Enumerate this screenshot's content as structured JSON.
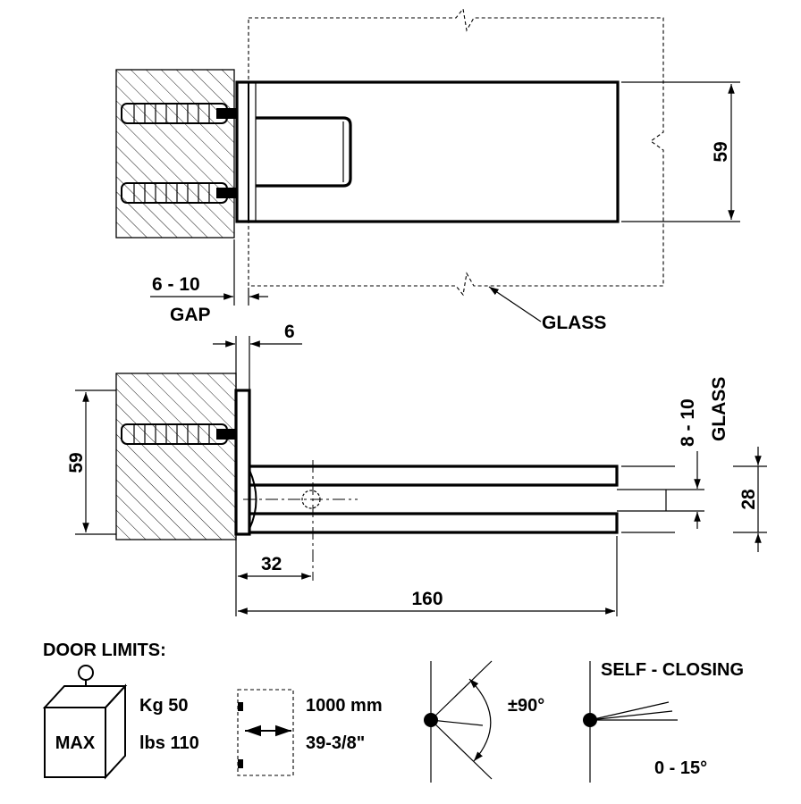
{
  "top_view": {
    "dim_height": "59",
    "gap_value": "6 - 10",
    "gap_label": "GAP",
    "glass_label": "GLASS"
  },
  "side_view": {
    "dim_plate": "6",
    "dim_height": "59",
    "glass_value": "8 - 10",
    "glass_label": "GLASS",
    "dim_slot": "28",
    "dim_pivot": "32",
    "dim_length": "160"
  },
  "limits": {
    "title": "DOOR LIMITS:",
    "max_label": "MAX",
    "weight_kg": "Kg 50",
    "weight_lbs": "lbs 110",
    "width_mm": "1000 mm",
    "width_in": "39-3/8\"",
    "angle": "±90°",
    "self_closing_label": "SELF - CLOSING",
    "self_closing_range": "0 - 15°"
  }
}
